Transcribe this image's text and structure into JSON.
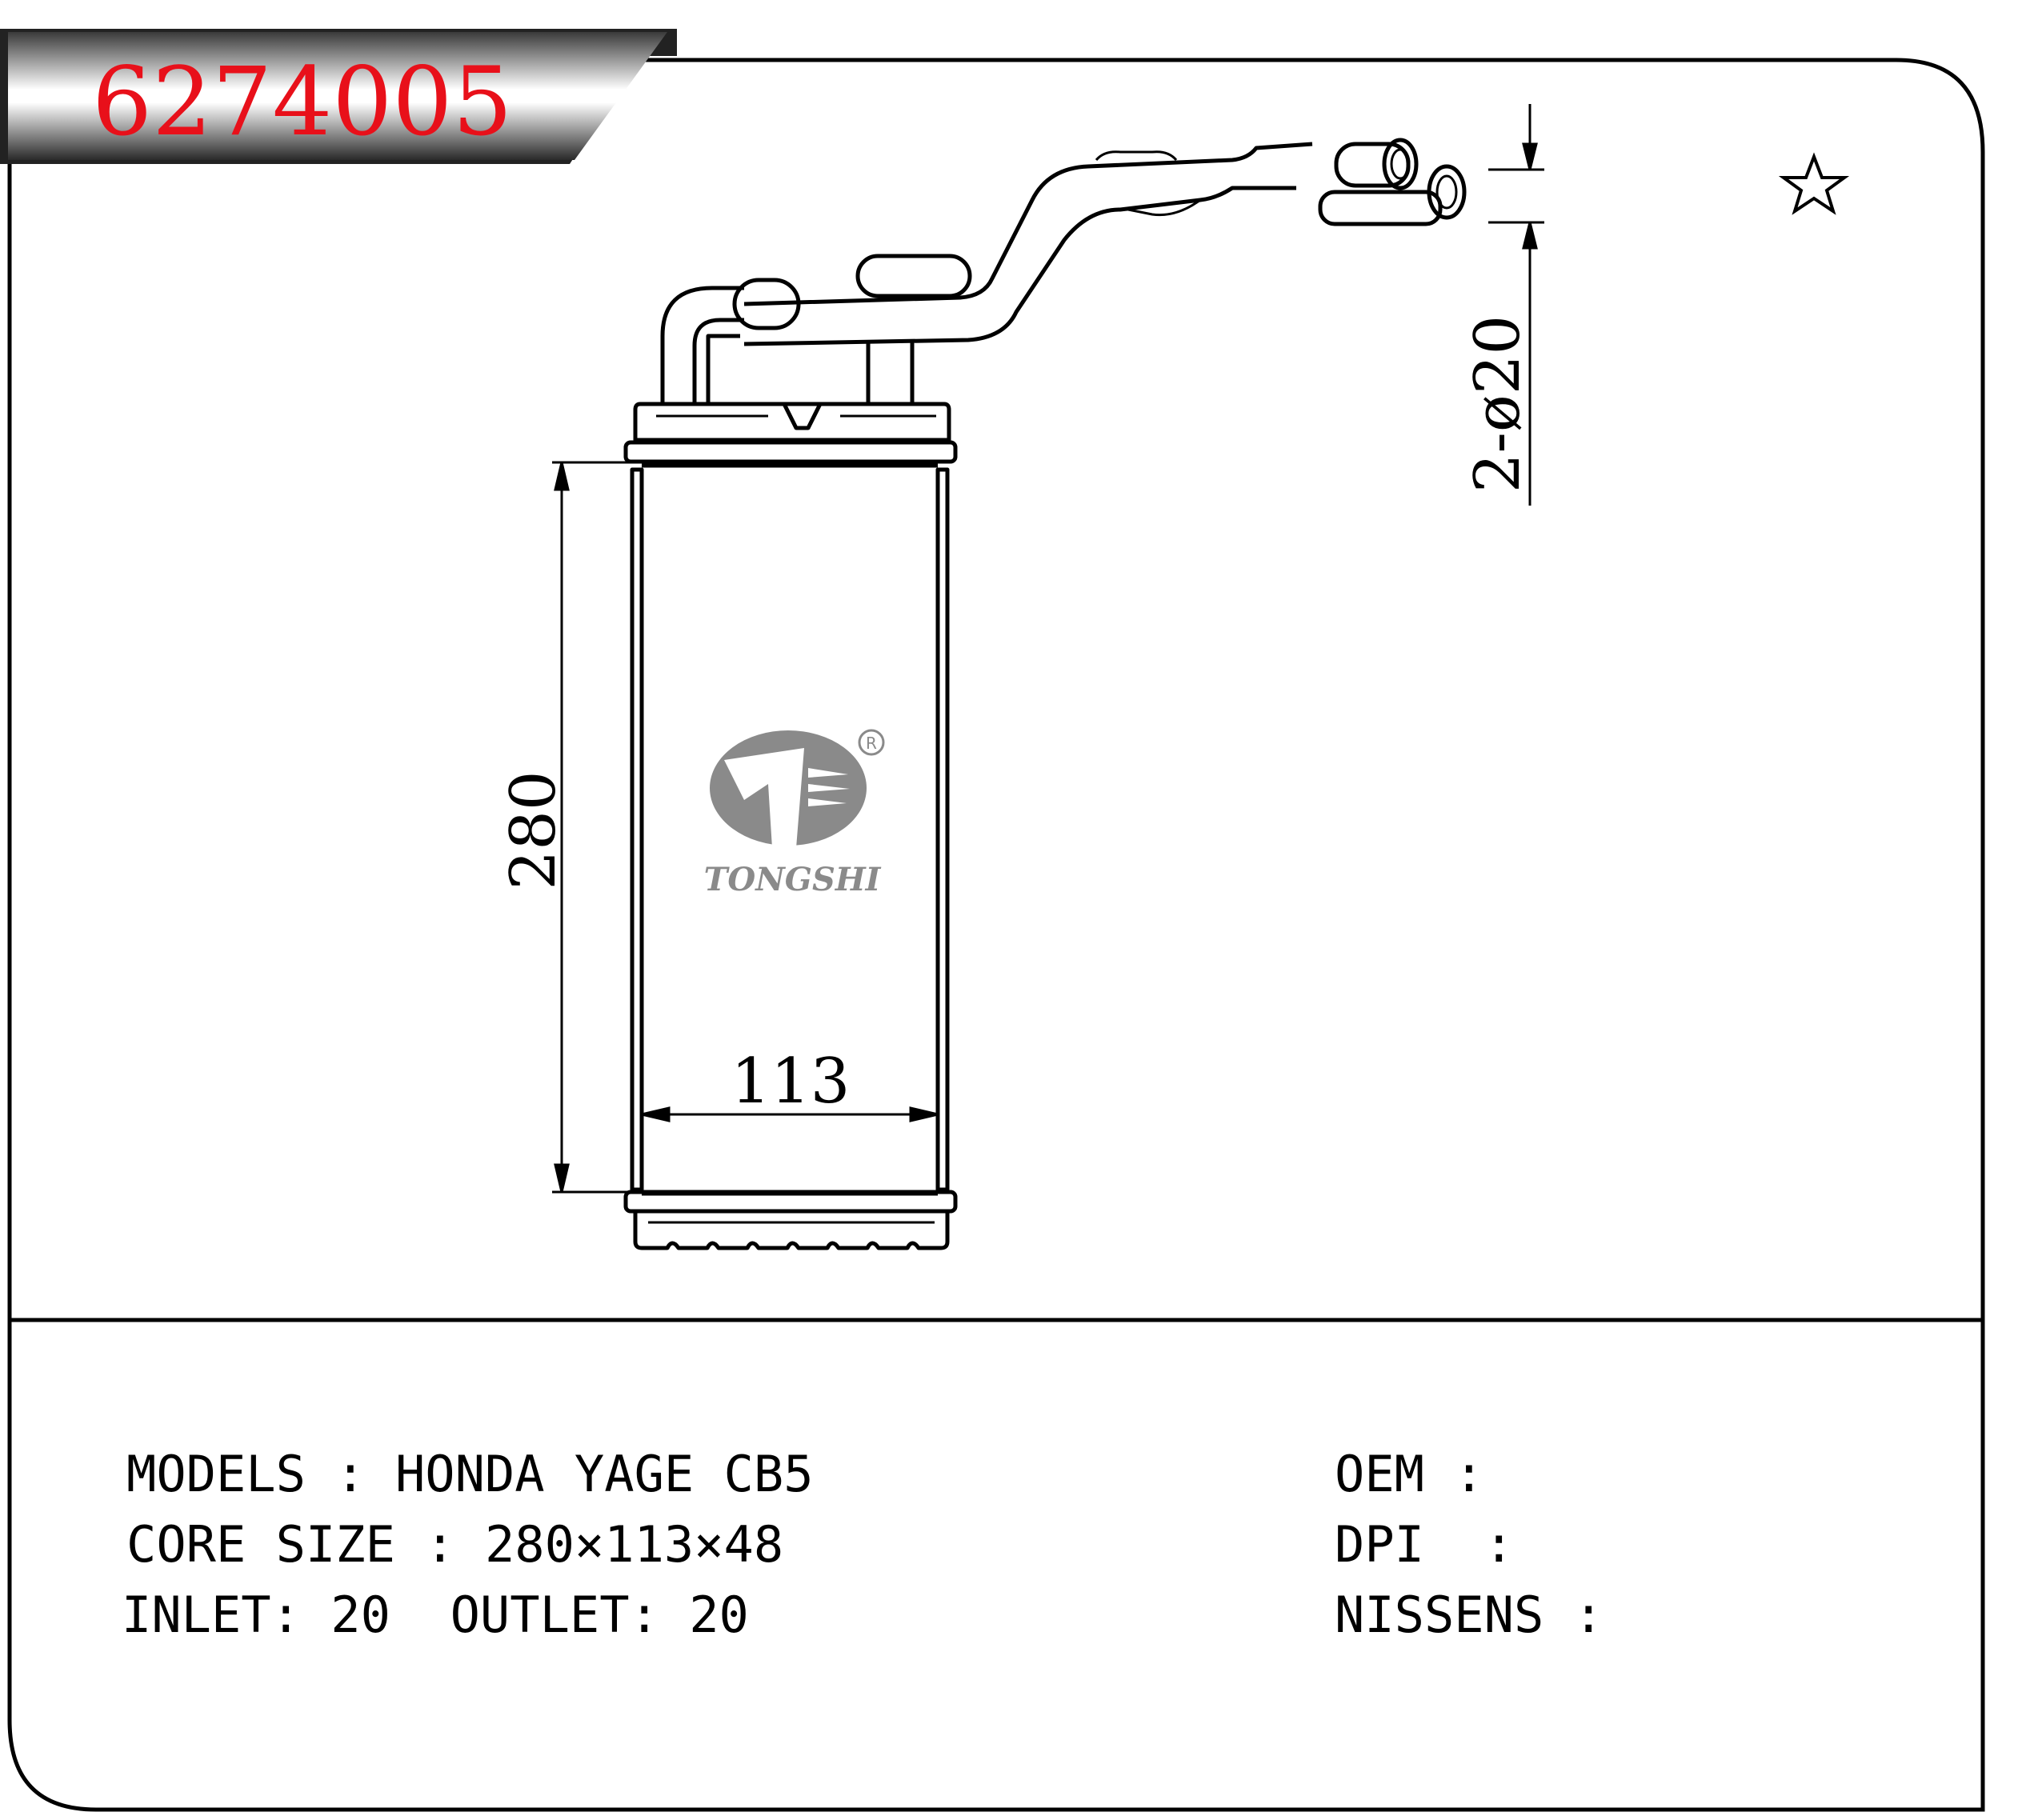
{
  "header": {
    "part_number": "6274005"
  },
  "dimensions": {
    "height": "280",
    "width": "113",
    "pipe_spec": "2-ø20"
  },
  "logo": {
    "brand": "TONGSHI",
    "registered_mark": "R"
  },
  "specs": {
    "models_label": "MODELS",
    "models_value": "HONDA YAGE CB5",
    "core_size_label": "CORE SIZE",
    "core_size_value": "280×113×48",
    "inlet_label": "INLET",
    "inlet_value": "20",
    "outlet_label": "OUTLET",
    "outlet_value": "20",
    "oem_label": "OEM",
    "oem_value": "",
    "dpi_label": "DPI",
    "dpi_value": "",
    "nissens_label": "NISSENS",
    "nissens_value": ""
  },
  "colors": {
    "title_red": "#e8101a",
    "banner_dark": "#2a2a2a",
    "logo_gray": "#8a8a8a"
  },
  "icons": [
    "star-icon",
    "tongshi-logo-icon"
  ]
}
